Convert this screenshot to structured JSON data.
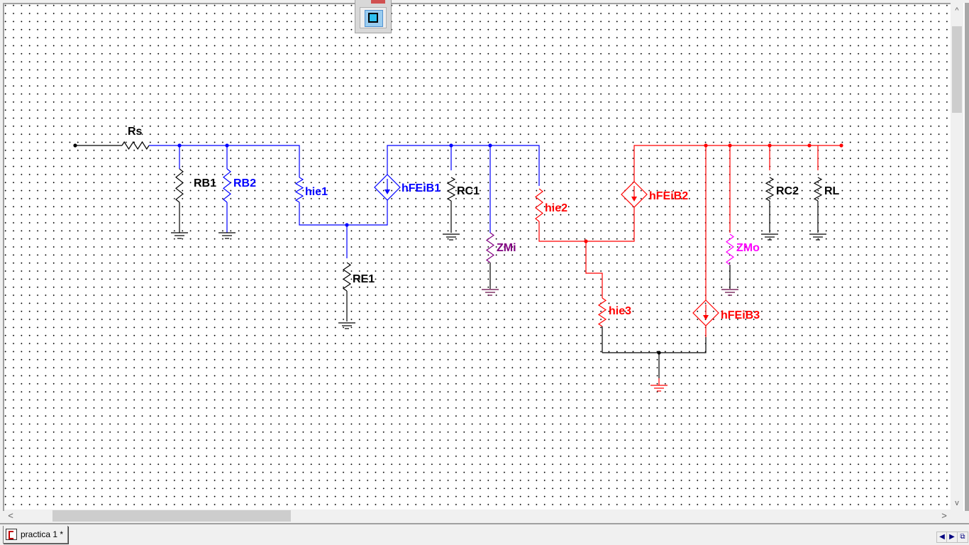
{
  "window": {
    "document_tab": "practica 1 *",
    "toolbar_float_button": "view-toggle"
  },
  "colors": {
    "black": "#000000",
    "blue": "#0000ff",
    "red": "#ff0000",
    "purple": "#800080",
    "magenta": "#ff00ff",
    "dark_purple": "#600040"
  },
  "schematic": {
    "components": [
      {
        "id": "Rs",
        "label": "Rs",
        "type": "resistor",
        "orientation": "horizontal",
        "color": "black"
      },
      {
        "id": "RB1",
        "label": "RB1",
        "type": "resistor",
        "orientation": "vertical",
        "color": "black",
        "to_ground": true
      },
      {
        "id": "RB2",
        "label": "RB2",
        "type": "resistor",
        "orientation": "vertical",
        "color": "blue",
        "to_ground": true
      },
      {
        "id": "hie1",
        "label": "hie1",
        "type": "resistor",
        "orientation": "vertical",
        "color": "blue"
      },
      {
        "id": "hFEiB1",
        "label": "hFEiB1",
        "type": "current_source",
        "orientation": "vertical",
        "color": "blue"
      },
      {
        "id": "RE1",
        "label": "RE1",
        "type": "resistor",
        "orientation": "vertical",
        "color": "black",
        "to_ground": true
      },
      {
        "id": "RC1",
        "label": "RC1",
        "type": "resistor",
        "orientation": "vertical",
        "color": "black",
        "to_ground": true
      },
      {
        "id": "ZMi",
        "label": "ZMi",
        "type": "resistor",
        "orientation": "vertical",
        "color": "purple",
        "to_ground": true
      },
      {
        "id": "hie2",
        "label": "hie2",
        "type": "resistor",
        "orientation": "vertical",
        "color": "red"
      },
      {
        "id": "hFEiB2",
        "label": "hFEiB2",
        "type": "current_source",
        "orientation": "vertical",
        "color": "red"
      },
      {
        "id": "hie3",
        "label": "hie3",
        "type": "resistor",
        "orientation": "vertical",
        "color": "red"
      },
      {
        "id": "hFEiB3",
        "label": "hFEiB3",
        "type": "current_source",
        "orientation": "vertical",
        "color": "red"
      },
      {
        "id": "ZMo",
        "label": "ZMo",
        "type": "resistor",
        "orientation": "vertical",
        "color": "magenta",
        "to_ground": true
      },
      {
        "id": "RC2",
        "label": "RC2",
        "type": "resistor",
        "orientation": "vertical",
        "color": "black",
        "to_ground": true
      },
      {
        "id": "RL",
        "label": "RL",
        "type": "resistor",
        "orientation": "vertical",
        "color": "black",
        "to_ground": true
      }
    ]
  },
  "scroll": {
    "vertical_up": "^",
    "vertical_down": "v",
    "horizontal_left": "<",
    "horizontal_right": ">"
  },
  "nav": {
    "prev": "◀",
    "next": "▶",
    "tile": "⧉"
  }
}
